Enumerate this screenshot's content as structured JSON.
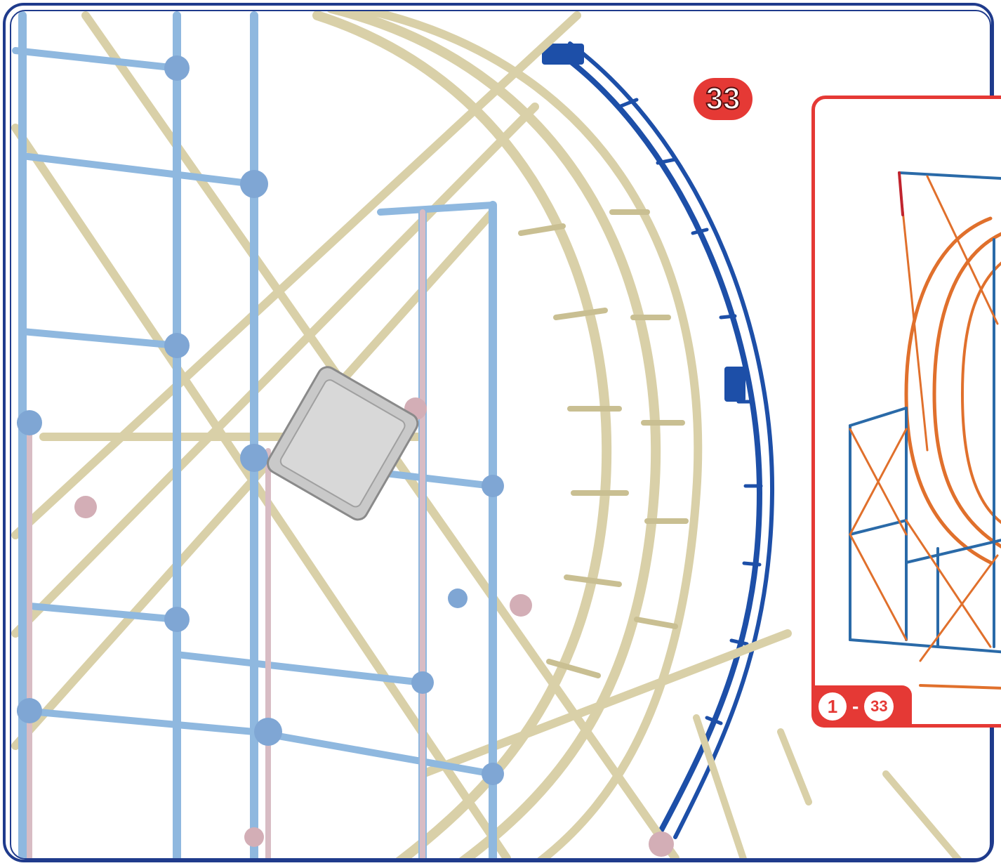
{
  "step": {
    "number": "33"
  },
  "inset": {
    "range_start": "1",
    "range_separator": "-",
    "range_end": "33"
  },
  "colors": {
    "frame": "#1f3b8c",
    "badge": "#e53935",
    "rod_blue": "#8fb8df",
    "rod_cream": "#d9d0a8",
    "track_blue": "#1d4fa8",
    "inset_orange": "#e0702c",
    "inset_blue": "#2a6aa8"
  },
  "icons": {
    "main": "k-nex-ferris-wheel-assembly-illustration",
    "inset": "completed-model-preview-illustration"
  }
}
